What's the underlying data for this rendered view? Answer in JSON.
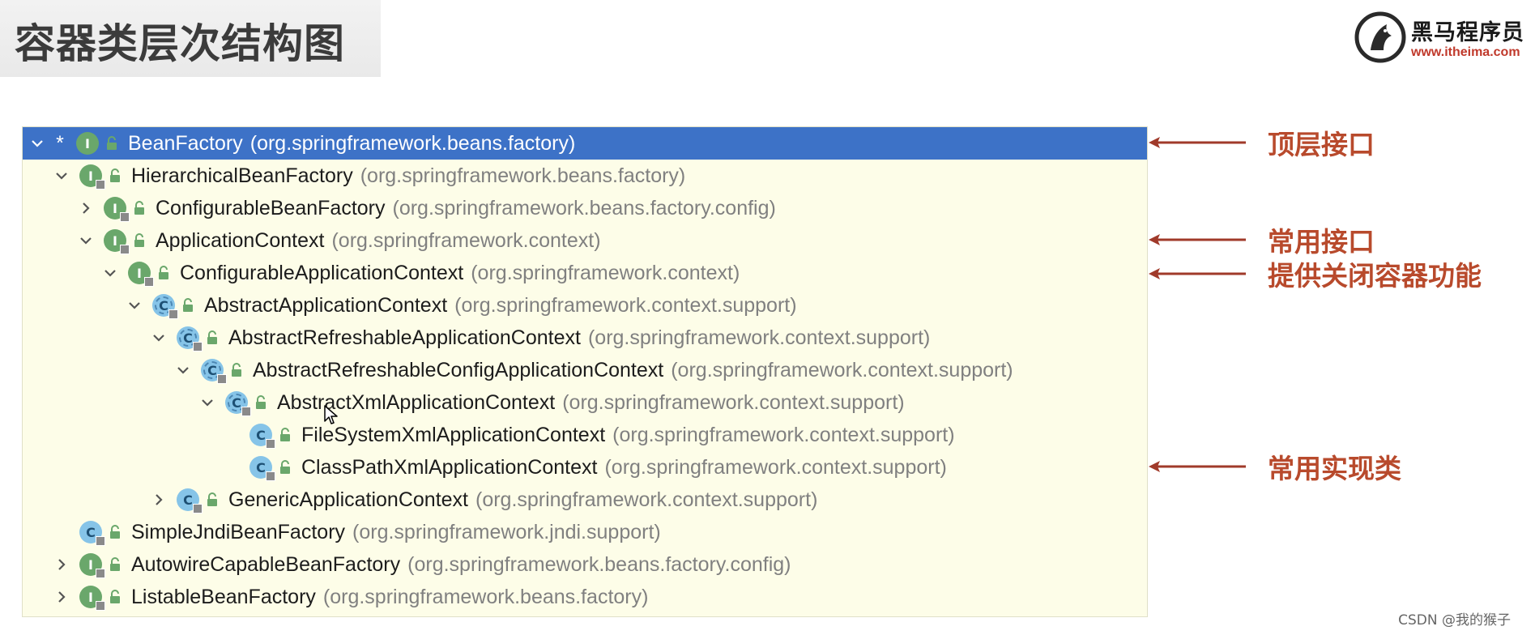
{
  "page": {
    "title": "容器类层次结构图",
    "logo_name": "黑马程序员",
    "logo_url": "www.itheima.com",
    "watermark": "CSDN @我的猴子"
  },
  "tree": {
    "rows": [
      {
        "name": "BeanFactory",
        "package": "(org.springframework.beans.factory)",
        "kind": "interface",
        "chevron": "expanded",
        "star": "*",
        "selected": true
      },
      {
        "name": "HierarchicalBeanFactory",
        "package": "(org.springframework.beans.factory)",
        "kind": "interface",
        "chevron": "expanded"
      },
      {
        "name": "ConfigurableBeanFactory",
        "package": "(org.springframework.beans.factory.config)",
        "kind": "interface",
        "chevron": "collapsed"
      },
      {
        "name": "ApplicationContext",
        "package": "(org.springframework.context)",
        "kind": "interface",
        "chevron": "expanded"
      },
      {
        "name": "ConfigurableApplicationContext",
        "package": "(org.springframework.context)",
        "kind": "interface",
        "chevron": "expanded"
      },
      {
        "name": "AbstractApplicationContext",
        "package": "(org.springframework.context.support)",
        "kind": "abstract-class",
        "chevron": "expanded"
      },
      {
        "name": "AbstractRefreshableApplicationContext",
        "package": "(org.springframework.context.support)",
        "kind": "abstract-class",
        "chevron": "expanded"
      },
      {
        "name": "AbstractRefreshableConfigApplicationContext",
        "package": "(org.springframework.context.support)",
        "kind": "abstract-class",
        "chevron": "expanded"
      },
      {
        "name": "AbstractXmlApplicationContext",
        "package": "(org.springframework.context.support)",
        "kind": "abstract-class",
        "chevron": "expanded"
      },
      {
        "name": "FileSystemXmlApplicationContext",
        "package": "(org.springframework.context.support)",
        "kind": "class",
        "chevron": "none"
      },
      {
        "name": "ClassPathXmlApplicationContext",
        "package": "(org.springframework.context.support)",
        "kind": "class",
        "chevron": "none"
      },
      {
        "name": "GenericApplicationContext",
        "package": "(org.springframework.context.support)",
        "kind": "class",
        "chevron": "collapsed"
      },
      {
        "name": "SimpleJndiBeanFactory",
        "package": "(org.springframework.jndi.support)",
        "kind": "class",
        "chevron": "none"
      },
      {
        "name": "AutowireCapableBeanFactory",
        "package": "(org.springframework.beans.factory.config)",
        "kind": "interface",
        "chevron": "collapsed"
      },
      {
        "name": "ListableBeanFactory",
        "package": "(org.springframework.beans.factory)",
        "kind": "interface",
        "chevron": "collapsed"
      }
    ]
  },
  "icons": {
    "interface": "I",
    "class": "C"
  },
  "annotations": [
    {
      "text": "顶层接口"
    },
    {
      "text": "常用接口"
    },
    {
      "text": "提供关闭容器功能"
    },
    {
      "text": "常用实现类"
    }
  ],
  "colors": {
    "selection": "#3d72c7",
    "panel_background": "#fdfde8",
    "annotation": "#b84a2c",
    "interface_icon": "#6aa76b",
    "class_icon": "#86c4e8"
  }
}
